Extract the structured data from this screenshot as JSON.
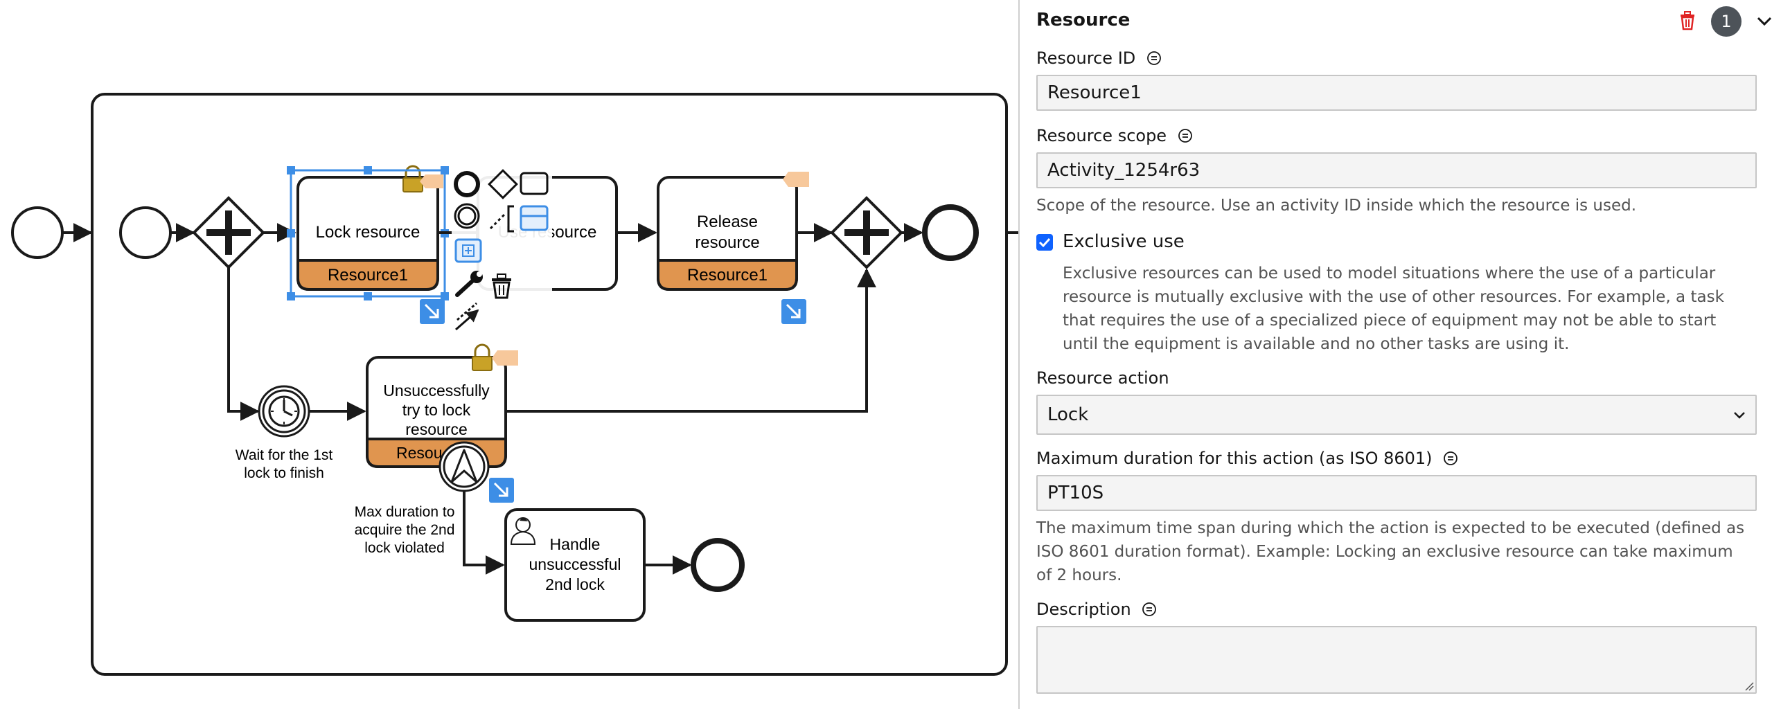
{
  "diagram": {
    "tasks": {
      "lock_resource": {
        "label": "Lock resource",
        "resource": "Resource1"
      },
      "use_resource": {
        "label": "Use resource"
      },
      "release_resource": {
        "label_line1": "Release",
        "label_line2": "resource",
        "resource": "Resource1"
      },
      "unsuccessful_lock": {
        "label_line1": "Unsuccessfully",
        "label_line2": "try to lock",
        "label_line3": "resource",
        "resource": "Resou"
      },
      "handle_unsuccessful": {
        "label_line1": "Handle",
        "label_line2": "unsuccessful",
        "label_line3": "2nd lock"
      }
    },
    "labels": {
      "timer_line1": "Wait for the 1st",
      "timer_line2": "lock to finish",
      "escalation_line1": "Max duration to",
      "escalation_line2": "acquire the 2nd",
      "escalation_line3": "lock violated"
    }
  },
  "panel": {
    "title": "Resource",
    "badge_count": "1",
    "resource_id": {
      "label": "Resource ID",
      "value": "Resource1"
    },
    "resource_scope": {
      "label": "Resource scope",
      "value": "Activity_1254r63",
      "description": "Scope of the resource. Use an activity ID inside which the resource is used."
    },
    "exclusive_use": {
      "label": "Exclusive use",
      "checked": true,
      "description_lines": [
        "Exclusive resources can be used to model situations where the use of a particular",
        "resource is mutually exclusive with the use of other resources. For example, a task",
        "that requires the use of a specialized piece of equipment may not be able to start",
        "until the equipment is available and no other tasks are using it."
      ]
    },
    "resource_action": {
      "label": "Resource action",
      "value": "Lock"
    },
    "max_duration": {
      "label": "Maximum duration for this action (as ISO 8601)",
      "value": "PT10S",
      "description_lines": [
        "The maximum time span during which the action is expected to be executed (defined as",
        "ISO 8601 duration format). Example: Locking an exclusive resource can take maximum",
        "of 2 hours."
      ]
    },
    "description": {
      "label": "Description",
      "value": ""
    }
  },
  "colors": {
    "selection": "#3d8ee6",
    "resource_band": "#e0954f",
    "tag": "#f7c89b",
    "lock": "#c9a227",
    "trash": "#e02424",
    "badge": "#4d5359",
    "checkbox": "#0f62fe"
  },
  "icons": [
    "lock-icon",
    "tag-icon",
    "timer-icon",
    "escalation-icon",
    "user-icon",
    "trash-icon",
    "wrench-icon",
    "chevron-down-icon",
    "help-circle-icon"
  ]
}
